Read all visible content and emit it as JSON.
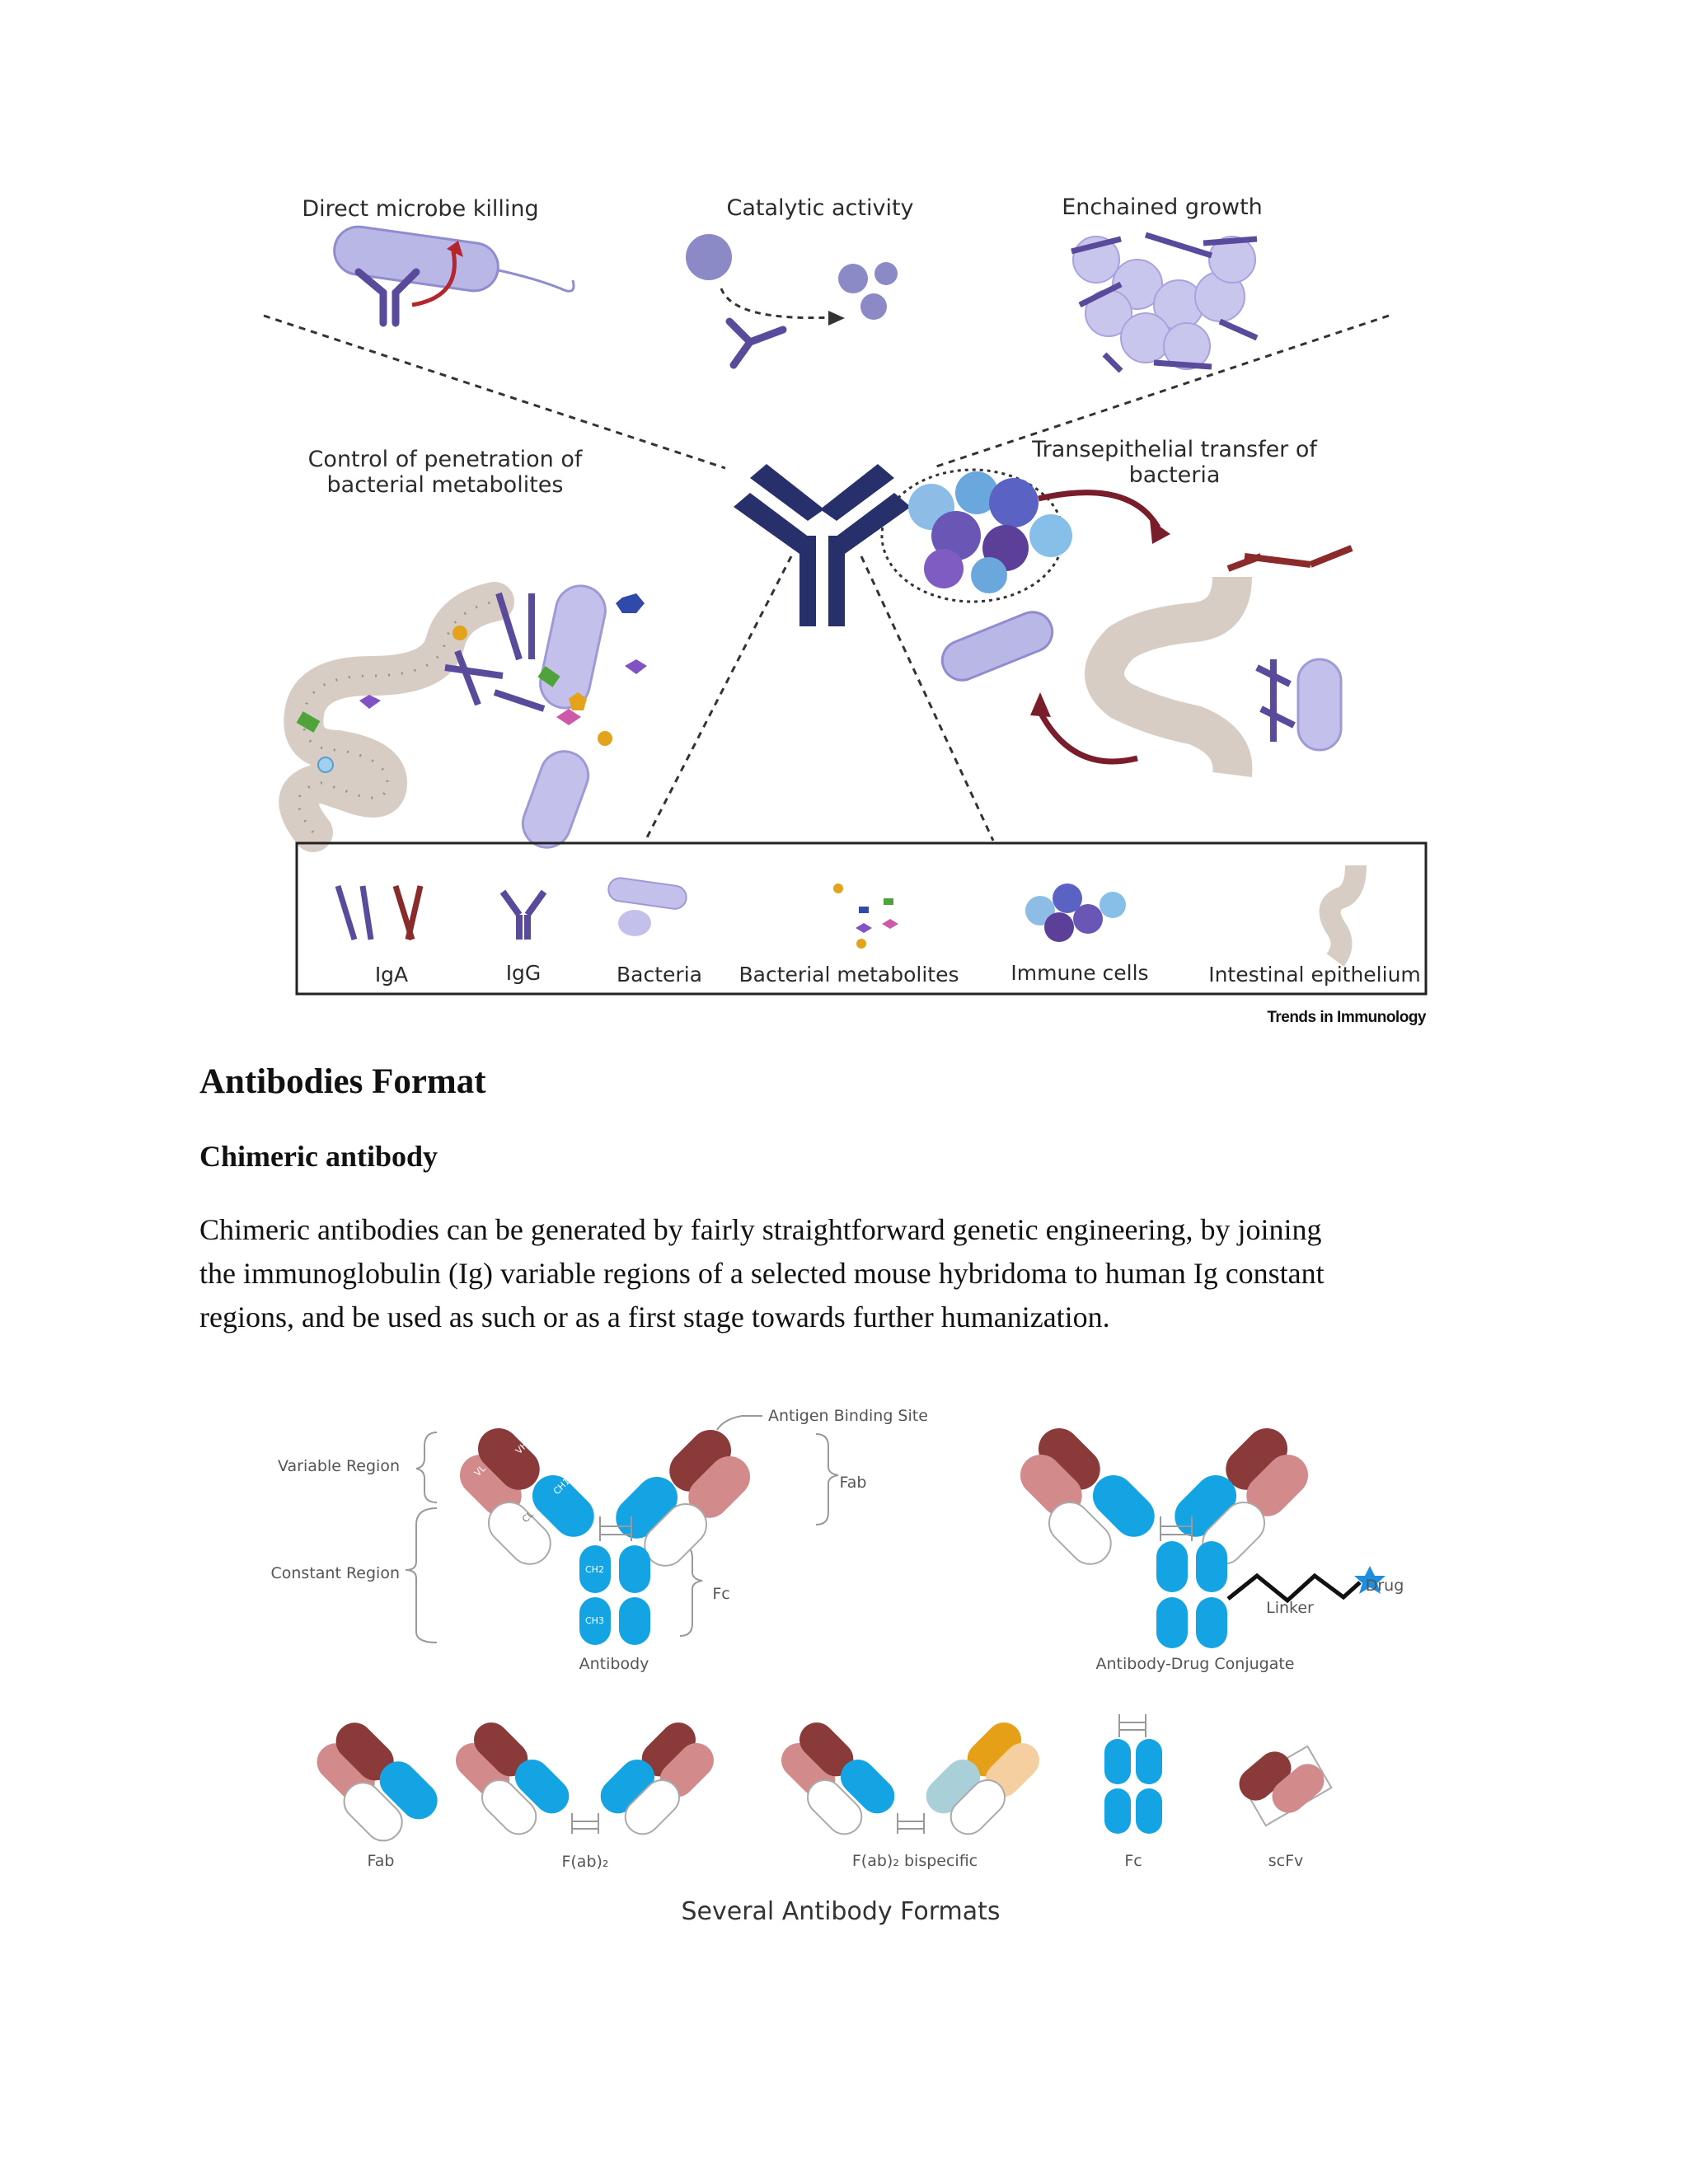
{
  "figure1": {
    "labels": {
      "direct_killing": "Direct microbe killing",
      "catalytic": "Catalytic activity",
      "enchained": "Enchained growth",
      "control_line1": "Control of penetration of",
      "control_line2": "bacterial metabolites",
      "transepithelial_line1": "Transepithelial transfer of",
      "transepithelial_line2": "bacteria"
    },
    "legend": [
      "IgA",
      "IgG",
      "Bacteria",
      "Bacterial metabolites",
      "Immune cells",
      "Intestinal epithelium"
    ],
    "source": "Trends in Immunology"
  },
  "section": {
    "heading": "Antibodies Format",
    "subheading": "Chimeric antibody",
    "paragraph_lines": [
      "Chimeric antibodies can be generated by fairly straightforward genetic engineering, by joining",
      "the immunoglobulin (Ig) variable regions of a selected mouse hybridoma to human Ig constant",
      "regions, and be used as such or as a first stage towards further humanization."
    ]
  },
  "figure2": {
    "variable_region": "Variable Region",
    "constant_region": "Constant Region",
    "antigen_binding_site": "Antigen Binding Site",
    "fab_label": "Fab",
    "fc_label": "Fc",
    "vh": "VH",
    "vl": "VL",
    "cl": "CL",
    "ch1": "CH1",
    "ch2": "CH2",
    "ch3": "CH3",
    "antibody": "Antibody",
    "adc": "Antibody-Drug Conjugate",
    "linker": "Linker",
    "drug": "Drug",
    "formats": {
      "fab": "Fab",
      "fab2": "F(ab)₂",
      "fab2_bispecific": "F(ab)₂ bispecific",
      "fc": "Fc",
      "scfv": "scFv"
    },
    "caption": "Several Antibody Formats"
  },
  "colors": {
    "igg_navy": "#27306b",
    "bacteria_lilac": "#b9b7e6",
    "iga_purple": "#5a4a9c",
    "iga_red": "#8a2a2a",
    "epithelium": "#d8cdc4",
    "dark_red": "#7a1d2a",
    "heavy_red": "#8b3a3a",
    "light_pink": "#d38a8a",
    "constant_blue": "#15a4e3",
    "bispecific_orange": "#e5a018",
    "bispecific_peach": "#f6cfa0",
    "bispecific_grey_blue": "#a9cfd9"
  }
}
